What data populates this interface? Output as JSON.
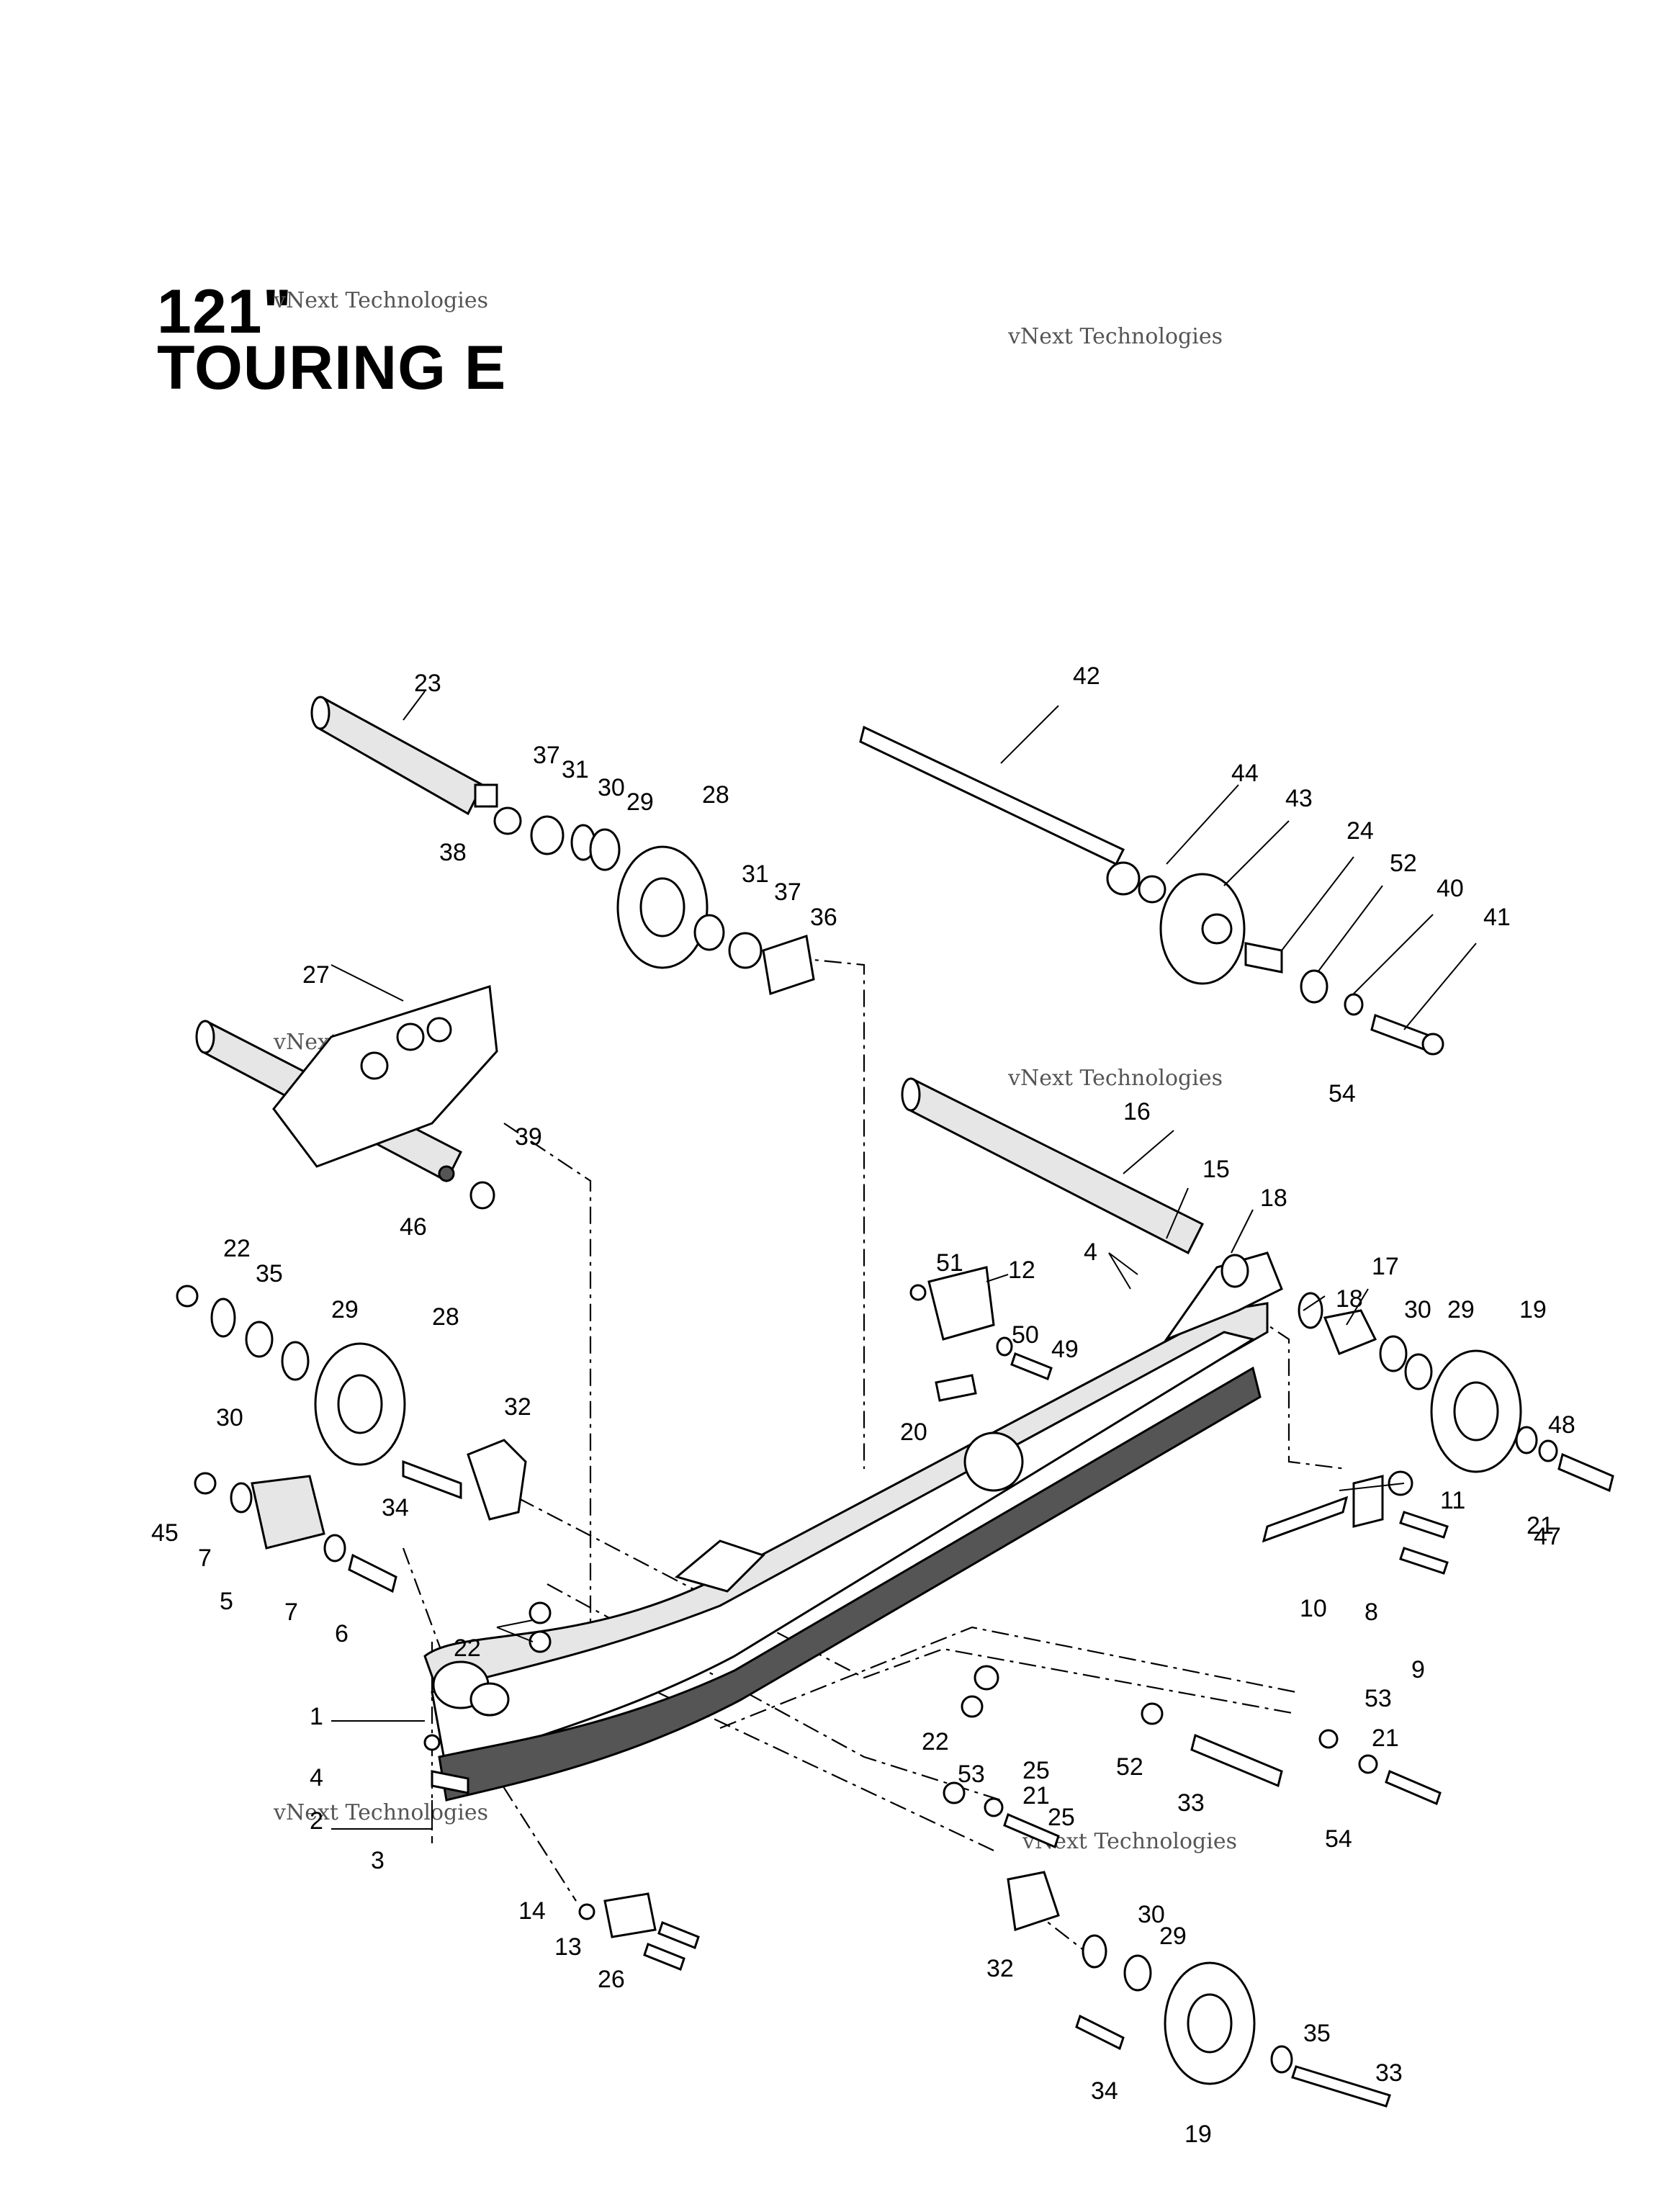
{
  "title": {
    "line1": "121\"",
    "line2": "TOURING E"
  },
  "watermark": {
    "line1": "vNext",
    "line2": "Technologies",
    "sub": "vNext Technologies"
  },
  "labels": [
    "23",
    "42",
    "37",
    "31",
    "30",
    "29",
    "28",
    "44",
    "43",
    "24",
    "52",
    "40",
    "41",
    "38",
    "31",
    "37",
    "36",
    "54",
    "27",
    "39",
    "16",
    "15",
    "18",
    "46",
    "22",
    "35",
    "29",
    "28",
    "51",
    "12",
    "4",
    "18",
    "17",
    "30",
    "29",
    "19",
    "50",
    "49",
    "20",
    "30",
    "32",
    "48",
    "11",
    "47",
    "21",
    "45",
    "7",
    "34",
    "5",
    "7",
    "6",
    "10",
    "8",
    "9",
    "22",
    "53",
    "22",
    "52",
    "21",
    "25",
    "1",
    "33",
    "4",
    "53",
    "21",
    "2",
    "25",
    "54",
    "3",
    "30",
    "14",
    "13",
    "29",
    "26",
    "32",
    "35",
    "33",
    "34",
    "19"
  ]
}
